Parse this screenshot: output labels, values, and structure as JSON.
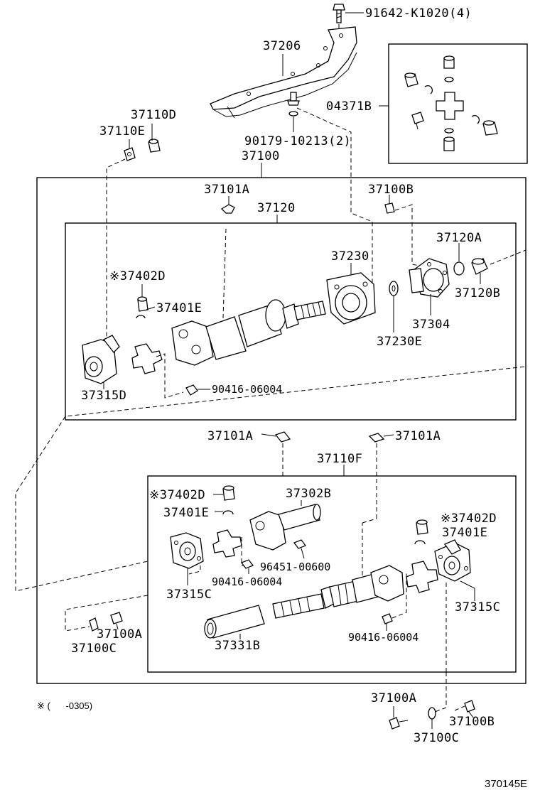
{
  "diagram": {
    "footnote": "※ (      -0305)",
    "figure_code": "370145E",
    "labels": [
      {
        "id": "p91642",
        "text": "91642-K1020(4)"
      },
      {
        "id": "p37206",
        "text": "37206"
      },
      {
        "id": "p04371B",
        "text": "04371B"
      },
      {
        "id": "p37110D",
        "text": "37110D"
      },
      {
        "id": "p37110E",
        "text": "37110E"
      },
      {
        "id": "p90179",
        "text": "90179-10213(2)"
      },
      {
        "id": "p37100",
        "text": "37100"
      },
      {
        "id": "p37101A_top",
        "text": "37101A"
      },
      {
        "id": "p37100B_top",
        "text": "37100B"
      },
      {
        "id": "p37120",
        "text": "37120"
      },
      {
        "id": "p37230",
        "text": "37230"
      },
      {
        "id": "p37120A",
        "text": "37120A"
      },
      {
        "id": "p37402D_1",
        "text": "※37402D"
      },
      {
        "id": "p37401E_1",
        "text": "37401E"
      },
      {
        "id": "p37120B",
        "text": "37120B"
      },
      {
        "id": "p37304",
        "text": "37304"
      },
      {
        "id": "p37230E",
        "text": "37230E"
      },
      {
        "id": "p37315D",
        "text": "37315D"
      },
      {
        "id": "p90416_1",
        "text": "90416-06004"
      },
      {
        "id": "p37101A_mid1",
        "text": "37101A"
      },
      {
        "id": "p37101A_mid2",
        "text": "37101A"
      },
      {
        "id": "p37110F",
        "text": "37110F"
      },
      {
        "id": "p37402D_2",
        "text": "※37402D"
      },
      {
        "id": "p37302B",
        "text": "37302B"
      },
      {
        "id": "p37401E_2",
        "text": "37401E"
      },
      {
        "id": "p37402D_3",
        "text": "※37402D"
      },
      {
        "id": "p37401E_3",
        "text": "37401E"
      },
      {
        "id": "p96451",
        "text": "96451-00600"
      },
      {
        "id": "p90416_2",
        "text": "90416-06004"
      },
      {
        "id": "p37315C_1",
        "text": "37315C"
      },
      {
        "id": "p37315C_2",
        "text": "37315C"
      },
      {
        "id": "p37100A_1",
        "text": "37100A"
      },
      {
        "id": "p37100C_1",
        "text": "37100C"
      },
      {
        "id": "p37331B",
        "text": "37331B"
      },
      {
        "id": "p90416_3",
        "text": "90416-06004"
      },
      {
        "id": "p37100A_2",
        "text": "37100A"
      },
      {
        "id": "p37100B_2",
        "text": "37100B"
      },
      {
        "id": "p37100C_2",
        "text": "37100C"
      }
    ]
  }
}
